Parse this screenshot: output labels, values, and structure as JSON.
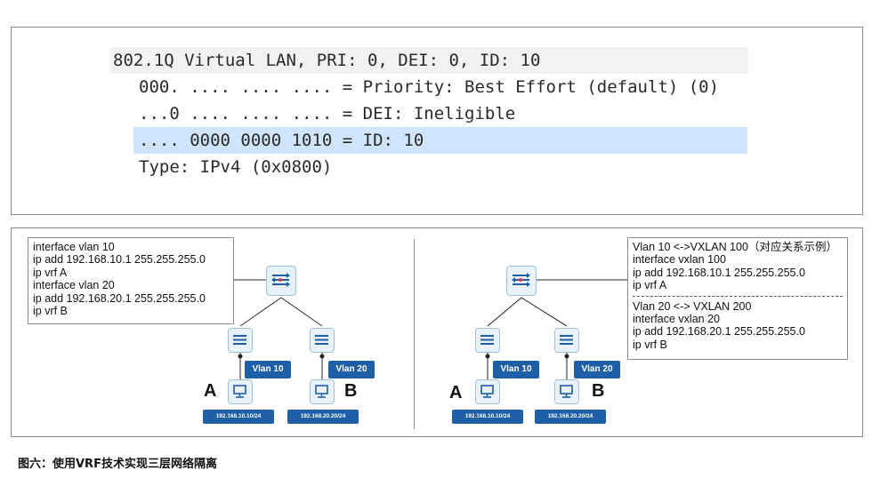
{
  "packet": {
    "header": "802.1Q Virtual LAN, PRI: 0, DEI: 0, ID: 10",
    "priority": "000. .... .... .... = Priority: Best Effort (default) (0)",
    "dei": "...0 .... .... .... = DEI: Ineligible",
    "id": ".... 0000 0000 1010 = ID: 10",
    "type": "Type: IPv4 (0x0800)"
  },
  "left_config": {
    "lines": [
      "interface vlan 10",
      "ip add 192.168.10.1 255.255.255.0",
      "ip vrf A",
      "interface vlan 20",
      "ip add 192.168.20.1 255.255.255.0",
      "ip vrf B"
    ]
  },
  "right_config": {
    "lines_top": [
      "Vlan 10 <->VXLAN 100（对应关系示例）",
      "interface vxlan 100",
      "ip add 192.168.10.1 255.255.255.0",
      "ip vrf A"
    ],
    "lines_bottom": [
      "Vlan 20 <-> VXLAN 200",
      "interface vxlan 20",
      "ip add 192.168.20.1 255.255.255.0",
      "ip vrf B"
    ]
  },
  "topology": {
    "vlan_a": "Vlan 10",
    "vlan_b": "Vlan 20",
    "host_a": "A",
    "host_b": "B",
    "ip_a": "192.168.10.10/24",
    "ip_b": "192.168.20.20/24"
  },
  "caption": "图六：使用VRF技术实现三层网络隔离",
  "colors": {
    "tag_blue": "#1f5fa8",
    "icon_fill": "#e9f2fb",
    "highlight": "#cfe5fb"
  }
}
